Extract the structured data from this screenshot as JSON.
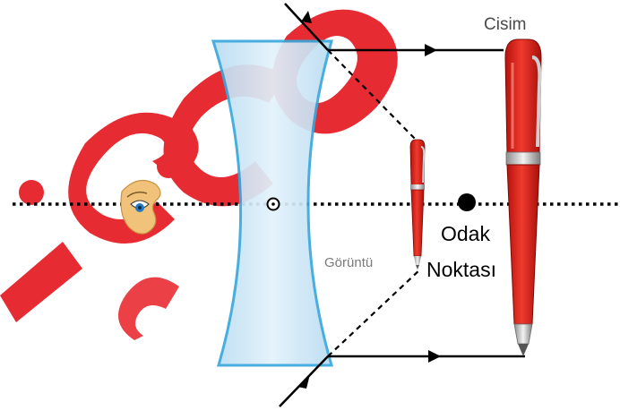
{
  "labels": {
    "object": "Cisim",
    "image": "Görüntü",
    "focal_line1": "Odak",
    "focal_line2": "Noktası"
  },
  "colors": {
    "lens_fill": "#cfe6f5",
    "lens_stroke": "#39a8dd",
    "pen_red": "#e0231c",
    "pen_silver": "#c8c8c8",
    "ray": "#000000",
    "watermark": "#e4131b"
  },
  "icons": {
    "eye": "eye-icon",
    "pen": "pen-icon"
  }
}
